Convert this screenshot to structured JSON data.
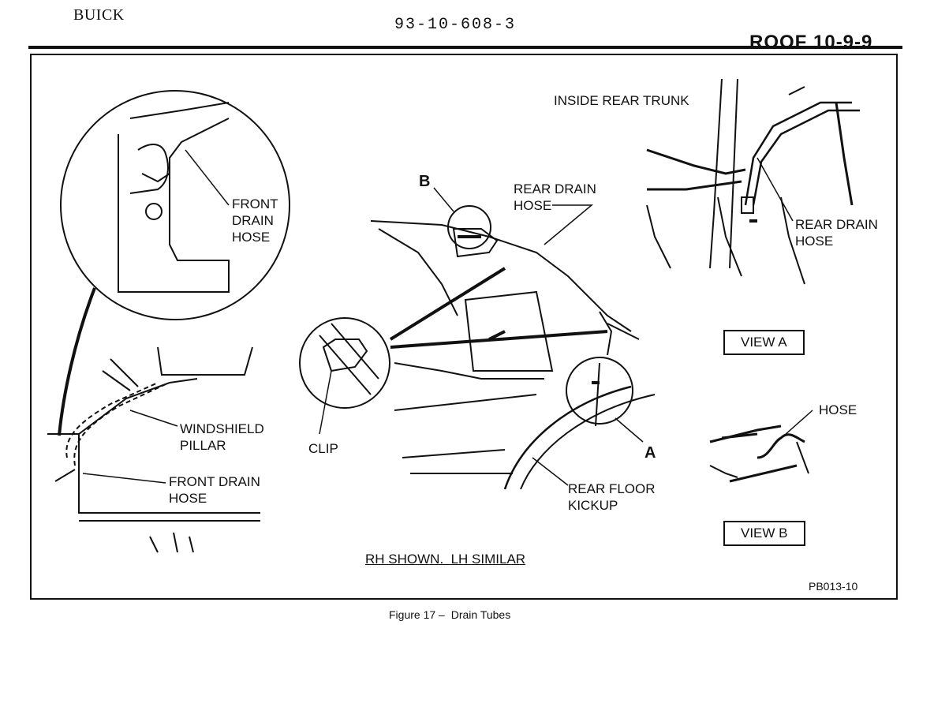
{
  "header": {
    "brand": "BUICK",
    "document_number": "93-10-608-3",
    "section": "ROOF 10-9-9"
  },
  "figure": {
    "labels": {
      "front_drain_hose_top": "FRONT DRAIN HOSE",
      "windshield_pillar": "WINDSHIELD PILLAR",
      "front_drain_hose_bottom": "FRONT DRAIN HOSE",
      "clip": "CLIP",
      "b": "B",
      "a": "A",
      "rear_drain_hose_center": "REAR DRAIN HOSE",
      "rear_floor_kickup": "REAR FLOOR KICKUP",
      "inside_rear_trunk": "INSIDE REAR TRUNK",
      "rear_drain_hose_view_a": "REAR DRAIN HOSE",
      "view_a": "VIEW A",
      "hose": "HOSE",
      "view_b": "VIEW B",
      "rh_shown": "RH SHOWN.  LH SIMILAR",
      "figure_id": "PB013-10"
    }
  },
  "caption": {
    "number": "Figure 17",
    "title": "Drain Tubes"
  }
}
